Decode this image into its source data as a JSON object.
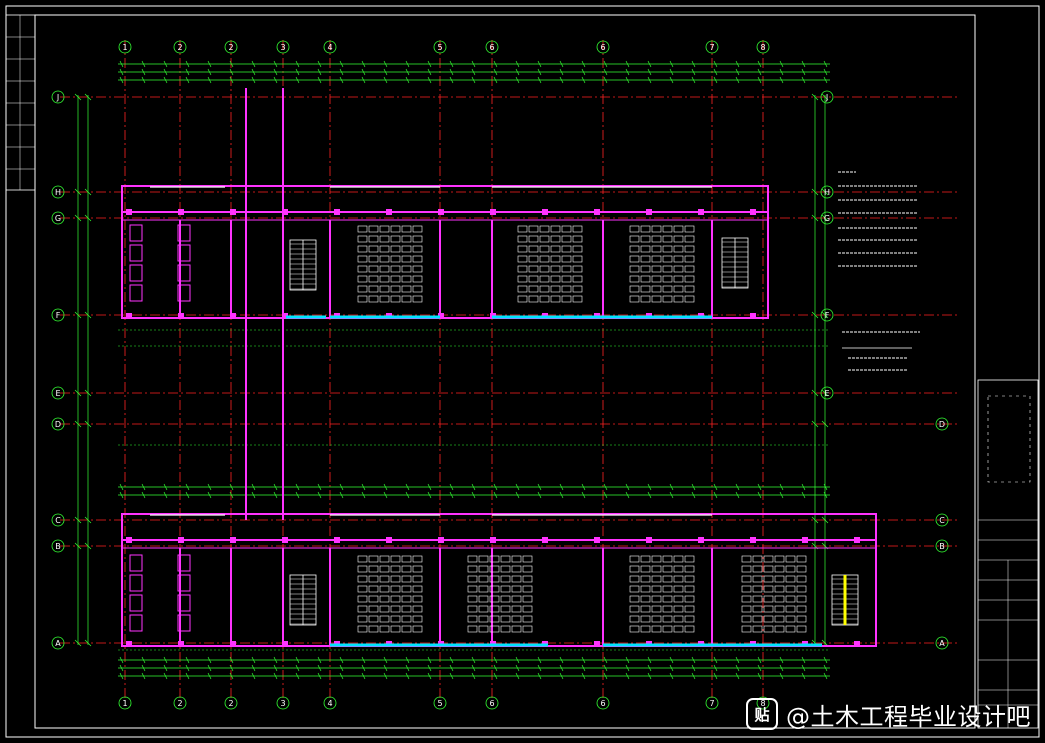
{
  "drawing": {
    "grid_top": [
      "1",
      "2",
      "2",
      "3",
      "4",
      "5",
      "6",
      "6",
      "7",
      "8"
    ],
    "grid_bottom": [
      "1",
      "2",
      "2",
      "3",
      "4",
      "5",
      "6",
      "6",
      "7",
      "8"
    ],
    "grid_left": [
      "J",
      "H",
      "G",
      "F",
      "E",
      "D",
      "C",
      "B",
      "A"
    ],
    "grid_right": [
      "J",
      "H",
      "G",
      "F",
      "E",
      "D",
      "C",
      "B",
      "A"
    ]
  },
  "watermark": {
    "logo": "贴",
    "text": "@土木工程毕业设计吧"
  },
  "colors": {
    "background": "#000000",
    "wall": "#ff33ff",
    "axis": "#ff2222",
    "dimension": "#33ff33",
    "window": "#00e5ff",
    "text": "#ffffff",
    "stair_highlight": "#ffff00"
  }
}
